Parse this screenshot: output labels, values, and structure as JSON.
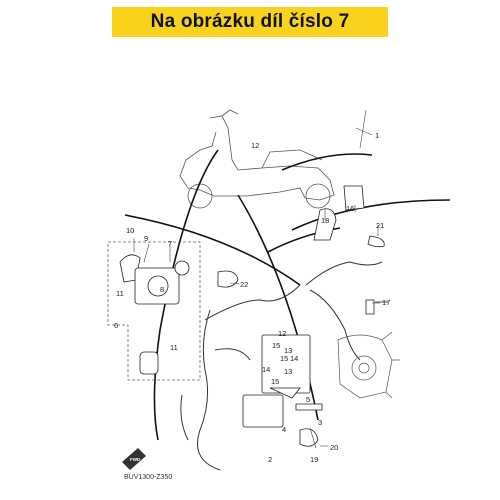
{
  "banner": {
    "title": "Na obrázku díl číslo 7",
    "background": "#f8d21c"
  },
  "diagram": {
    "code": "BUV1300-Z350",
    "fwd": "FWD",
    "labels": {
      "p1": "1",
      "p2": "2",
      "p3": "3",
      "p4": "4",
      "p5": "5",
      "p6": "6",
      "p7": "7",
      "p8": "8",
      "p9": "9",
      "p10": "10",
      "p11a": "11",
      "p11b": "11",
      "p12a": "12",
      "p12b": "12",
      "p13a": "13",
      "p13b": "13",
      "p14a": "14",
      "p14b": "14",
      "p15a": "15",
      "p15b": "15",
      "p15c": "15",
      "p16": "16",
      "p17": "17",
      "p18": "18",
      "p19": "19",
      "p20": "20",
      "p21": "21",
      "p22": "22"
    }
  }
}
